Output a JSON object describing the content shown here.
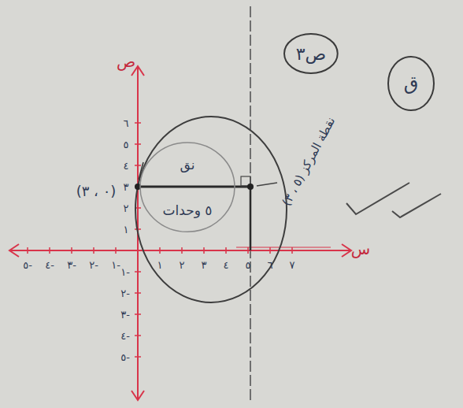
{
  "diagram": {
    "nodes": [
      {
        "text": [
          "ص٣"
        ]
      },
      {
        "text": [
          "ق"
        ]
      },
      {
        "text": [
          "نق",
          "٥ وحدات"
        ]
      }
    ],
    "labels": [
      "ص",
      "س",
      "(٠ ، ٣)",
      "نقطة المركز (٥ ، ٣)",
      "١",
      "٢",
      "٣",
      "٤",
      "٥",
      "٦",
      "٧",
      "١-",
      "٢-",
      "٣-",
      "٤-",
      "٥-",
      "١",
      "٢",
      "٣",
      "٤",
      "٥",
      "٦",
      "١-",
      "٢-",
      "٣-",
      "٤-",
      "٥-"
    ]
  }
}
